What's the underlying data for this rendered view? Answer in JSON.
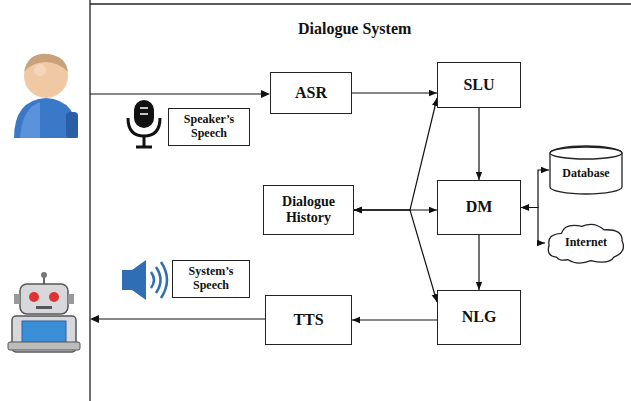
{
  "diagram": {
    "title": "Dialogue System",
    "nodes": [
      {
        "text": [
          "ASR"
        ]
      },
      {
        "text": [
          "SLU"
        ]
      },
      {
        "text": [
          "Speaker’s Speech"
        ]
      },
      {
        "text": [
          "Database"
        ]
      },
      {
        "text": [
          "Dialogue History"
        ]
      },
      {
        "text": [
          "DM"
        ]
      },
      {
        "text": [
          "Internet"
        ]
      },
      {
        "text": [
          "System’s Speech"
        ]
      },
      {
        "text": [
          "TTS"
        ]
      },
      {
        "text": [
          "NLG"
        ]
      }
    ],
    "edges": [
      {
        "from": 0,
        "to": 1,
        "arrow": "to"
      },
      {
        "from": 1,
        "to": 5,
        "arrow": "to"
      },
      {
        "from": 5,
        "to": 9,
        "arrow": "to"
      },
      {
        "from": 9,
        "to": 8,
        "arrow": "to"
      },
      {
        "from": 4,
        "to": 1,
        "arrow": "both"
      },
      {
        "from": 4,
        "to": 5,
        "arrow": "both"
      },
      {
        "from": 4,
        "to": 9,
        "arrow": "both"
      },
      {
        "from": 5,
        "to": 3,
        "arrow": "both"
      },
      {
        "from": 5,
        "to": 6,
        "arrow": "both"
      }
    ]
  }
}
